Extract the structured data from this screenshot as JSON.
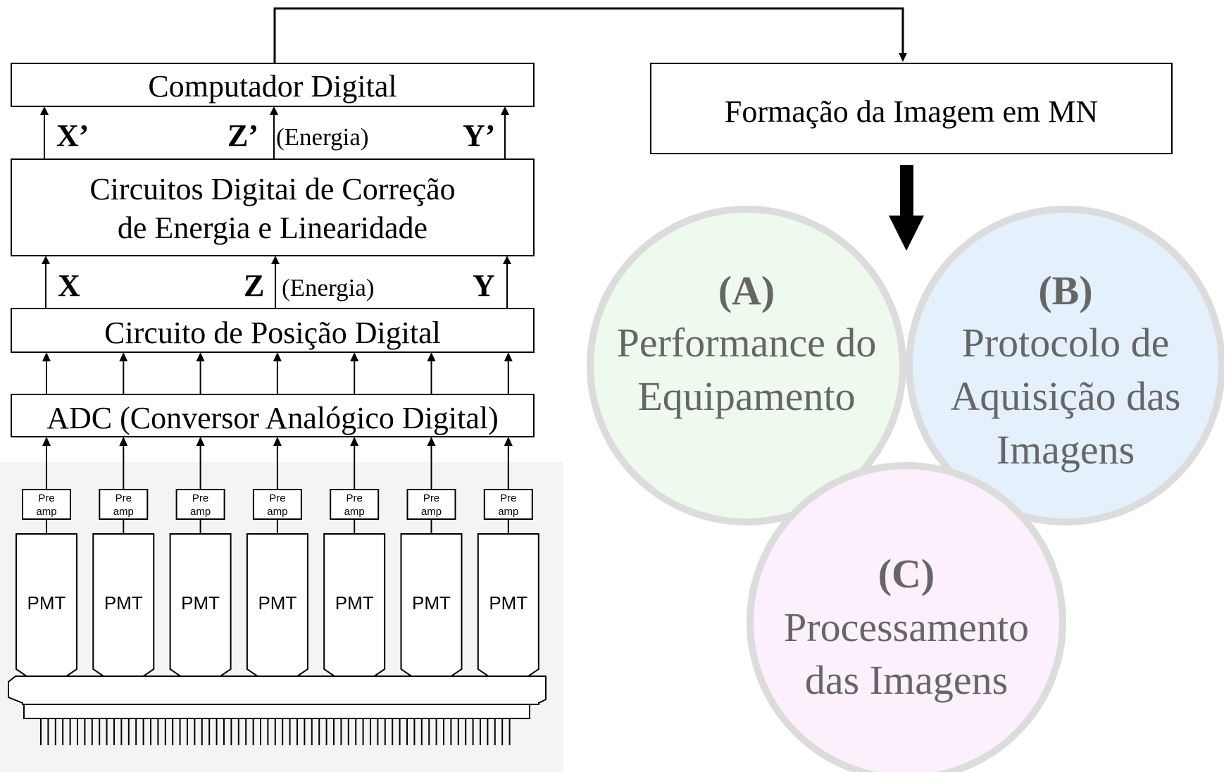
{
  "left_chain": {
    "computer": "Computador Digital",
    "signals_top": {
      "x": "X’",
      "z": "Z’",
      "energy": "(Energia)",
      "y": "Y’"
    },
    "correction": {
      "line1": "Circuitos Digitai de Correção",
      "line2": "de Energia e Linearidade"
    },
    "signals_mid": {
      "x": "X",
      "z": "Z",
      "energy": "(Energia)",
      "y": "Y"
    },
    "position": "Circuito de Posição Digital",
    "adc": "ADC (Conversor Analógico Digital)",
    "preamp": {
      "line1": "Pre",
      "line2": "amp"
    },
    "pmt_label": "PMT",
    "channel_count": 7
  },
  "right_panel": {
    "formation": "Formação da Imagem em MN",
    "circles": [
      {
        "letter": "(A)",
        "lines": [
          "Performance do",
          "Equipamento"
        ],
        "fill": "#eefaee"
      },
      {
        "letter": "(B)",
        "lines": [
          "Protocolo de",
          "Aquisição das",
          "Imagens"
        ],
        "fill": "#e4f0fc"
      },
      {
        "letter": "(C)",
        "lines": [
          "Processamento",
          "das Imagens"
        ],
        "fill": "#fbf0fb"
      }
    ],
    "circle_stroke": "#dcdcdc",
    "text_color": "#666666"
  }
}
